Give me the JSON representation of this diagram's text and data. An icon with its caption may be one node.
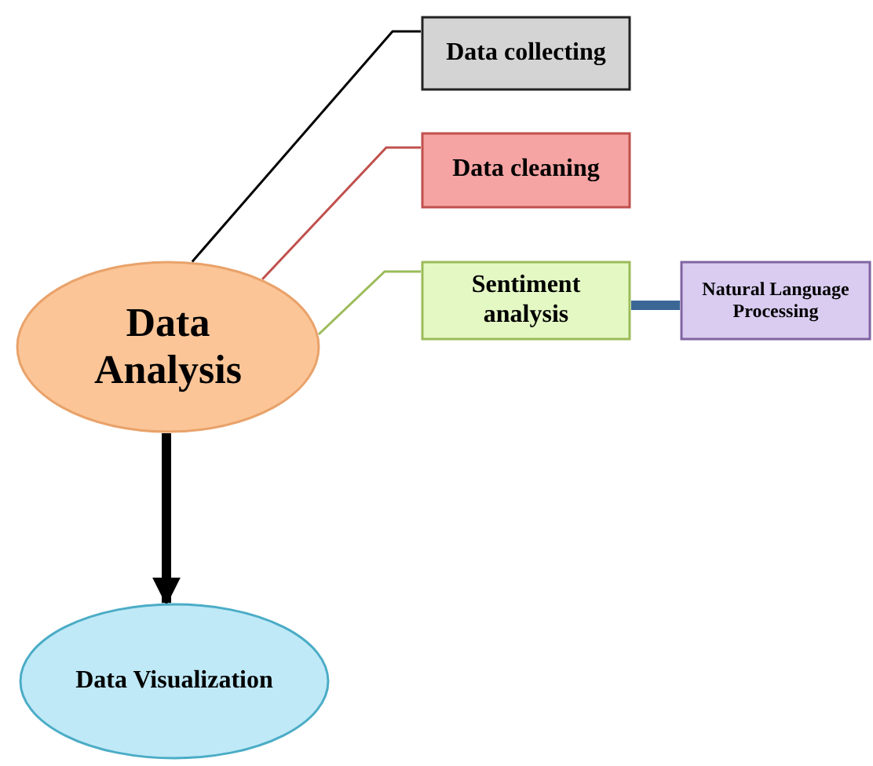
{
  "diagram": {
    "nodes": [
      {
        "text": [
          "Data Analysis"
        ]
      },
      {
        "text": [
          "Data collecting"
        ]
      },
      {
        "text": [
          "Data cleaning"
        ]
      },
      {
        "text": [
          "Sentiment analysis"
        ]
      },
      {
        "text": [
          "Natural Language Processing"
        ]
      },
      {
        "text": [
          "Data Visualization"
        ]
      }
    ],
    "edges": [
      {
        "from": 0,
        "to": 1,
        "arrow": "none"
      },
      {
        "from": 0,
        "to": 2,
        "arrow": "none",
        "color": "#c0504d"
      },
      {
        "from": 0,
        "to": 3,
        "arrow": "none",
        "color": "#9bbb59"
      },
      {
        "from": 3,
        "to": 4,
        "arrow": "none",
        "style": "thick",
        "color": "#3a6796"
      },
      {
        "from": 0,
        "to": 5,
        "arrow": "to",
        "style": "thick"
      }
    ]
  }
}
